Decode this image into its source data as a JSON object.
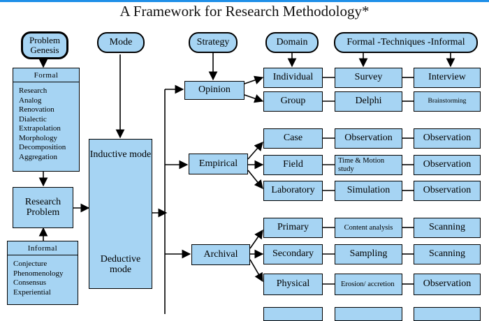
{
  "title": "A Framework for Research Methodology*",
  "headers": {
    "problem_genesis": "Problem Genesis",
    "mode": "Mode",
    "strategy": "Strategy",
    "domain": "Domain",
    "techniques": "Formal -Techniques -Informal"
  },
  "formal": {
    "heading": "Formal",
    "items": [
      "Research",
      "Analog",
      "Renovation",
      "Dialectic",
      "Extrapolation",
      "Morphology",
      "Decomposition",
      "Aggregation"
    ]
  },
  "research_problem": "Research Problem",
  "informal": {
    "heading": "Informal",
    "items": [
      "Conjecture",
      "Phenomenology",
      "Consensus",
      "Experiential"
    ]
  },
  "mode": {
    "inductive": "Inductive mode",
    "deductive": "Deductive mode"
  },
  "strategies": [
    "Opinion",
    "Empirical",
    "Archival"
  ],
  "rows": [
    {
      "domain": "Individual",
      "formal": "Survey",
      "informal": "Interview"
    },
    {
      "domain": "Group",
      "formal": "Delphi",
      "informal": "Brainstorming"
    },
    {
      "domain": "Case",
      "formal": "Observation",
      "informal": "Observation"
    },
    {
      "domain": "Field",
      "formal": "Time & Motion study",
      "informal": "Observation"
    },
    {
      "domain": "Laboratory",
      "formal": "Simulation",
      "informal": "Observation"
    },
    {
      "domain": "Primary",
      "formal": "Content analysis",
      "informal": "Scanning"
    },
    {
      "domain": "Secondary",
      "formal": "Sampling",
      "informal": "Scanning"
    },
    {
      "domain": "Physical",
      "formal": "Erosion/ accretion",
      "informal": "Observation"
    }
  ],
  "colors": {
    "box_fill": "#a6d4f3",
    "top_bar": "#1f8fe8",
    "line": "#000000"
  }
}
